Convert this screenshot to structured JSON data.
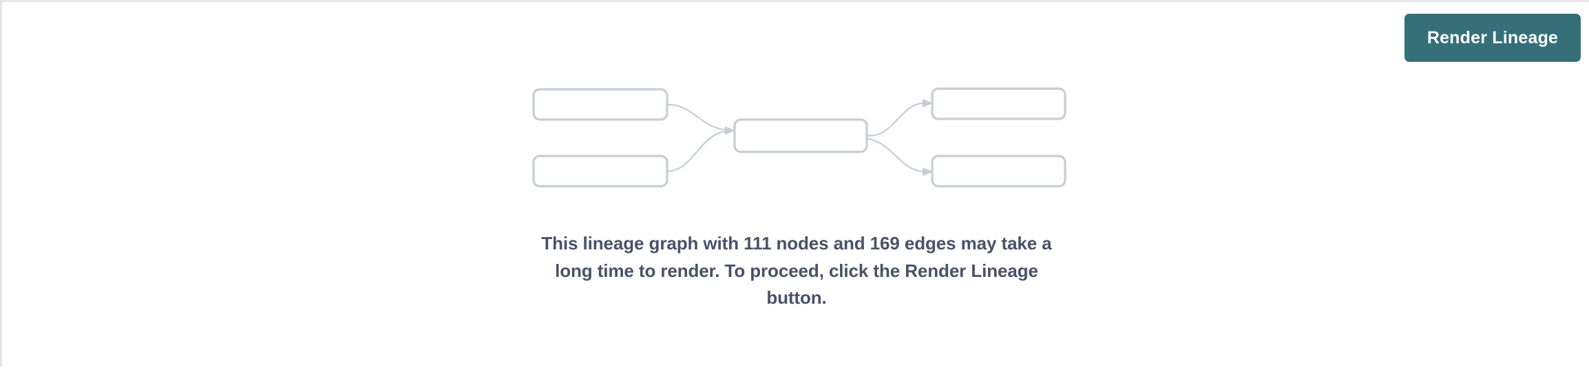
{
  "panel": {
    "name": "lineage-panel"
  },
  "toolbar": {
    "render_button_label": "Render Lineage",
    "accent_color": "#357078",
    "accent_text_color": "#ffffff"
  },
  "empty_state": {
    "message": "This lineage graph with 111 nodes and 169 edges may take a long time to render. To proceed, click the Render Lineage button.",
    "node_count": 111,
    "edge_count": 169,
    "text_color": "#4a5268"
  },
  "placeholder_graph": {
    "stroke_color": "#c7cdd5",
    "fill_color": "#ffffff",
    "node_count": 5,
    "edge_count": 4,
    "nodes": [
      {
        "id": "upstream-1",
        "label": "",
        "column": "left",
        "row": "top"
      },
      {
        "id": "upstream-2",
        "label": "",
        "column": "left",
        "row": "bottom"
      },
      {
        "id": "focus",
        "label": "",
        "column": "center",
        "row": "middle"
      },
      {
        "id": "downstream-1",
        "label": "",
        "column": "right",
        "row": "top"
      },
      {
        "id": "downstream-2",
        "label": "",
        "column": "right",
        "row": "bottom"
      }
    ],
    "edges": [
      {
        "from": "upstream-1",
        "to": "focus"
      },
      {
        "from": "upstream-2",
        "to": "focus"
      },
      {
        "from": "focus",
        "to": "downstream-1"
      },
      {
        "from": "focus",
        "to": "downstream-2"
      }
    ]
  }
}
